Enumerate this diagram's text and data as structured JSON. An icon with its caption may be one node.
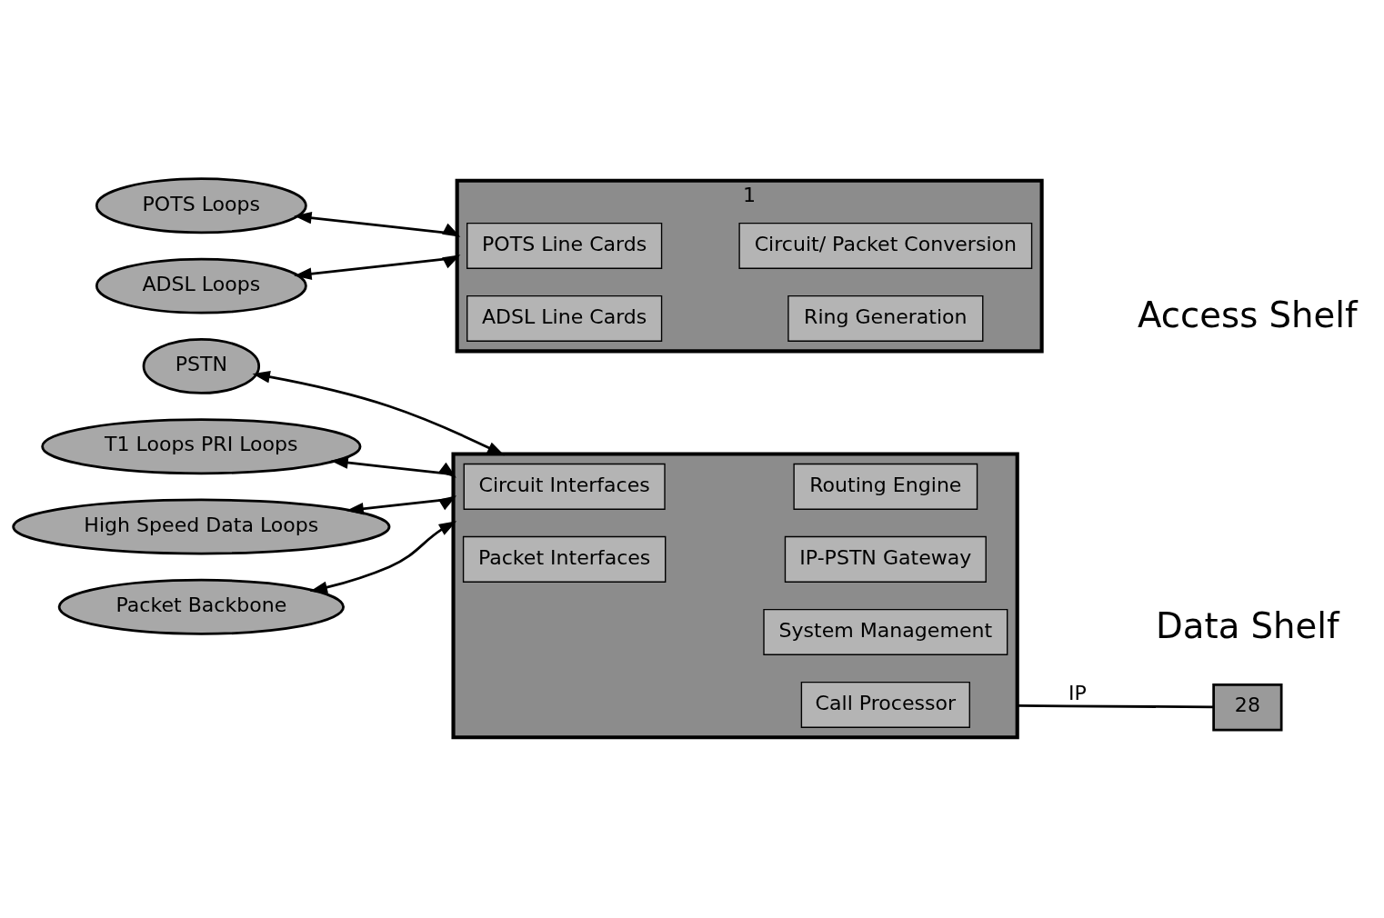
{
  "diagram": {
    "nodes": [
      {
        "text": [
          "PSTN"
        ]
      },
      {
        "text": [
          "T1 Loops PRI Loops"
        ]
      },
      {
        "text": [
          "High Speed Data Loops"
        ]
      },
      {
        "text": [
          "Packet Backbone"
        ]
      },
      {
        "text": [],
        "shape": "box"
      },
      {
        "text": [
          "Circuit Interfaces"
        ],
        "in": 4
      },
      {
        "text": [
          "Packet Interfaces"
        ],
        "in": 4
      },
      {
        "text": [
          "Routing Engine"
        ],
        "in": 4
      },
      {
        "text": [
          "IP-PSTN Gateway"
        ],
        "in": 4
      },
      {
        "text": [
          "System Management"
        ],
        "in": 4
      },
      {
        "text": [
          "Call Processor"
        ],
        "in": 4
      },
      {
        "text": [
          "28"
        ]
      },
      {
        "text": [
          "1"
        ]
      },
      {
        "text": [
          "POTS Line Cards"
        ],
        "in": 12
      },
      {
        "text": [
          "ADSL Line Cards"
        ],
        "in": 12
      },
      {
        "text": [
          "Circuit/ Packet Conversion"
        ],
        "in": 12
      },
      {
        "text": [
          "Ring Generation"
        ],
        "in": 12
      },
      {
        "text": [
          "POTS Loops"
        ]
      },
      {
        "text": [
          "ADSL Loops"
        ]
      }
    ],
    "edges": [
      {
        "from": 0,
        "to": 4,
        "arrow": "both"
      },
      {
        "from": 1,
        "to": 4,
        "arrow": "both"
      },
      {
        "from": 2,
        "to": 4,
        "arrow": "both"
      },
      {
        "from": 3,
        "to": 4,
        "arrow": "both"
      },
      {
        "from": 4,
        "to": 11,
        "arrow": "none",
        "label": "IP"
      },
      {
        "from": 17,
        "to": 12,
        "arrow": "both"
      },
      {
        "from": 18,
        "to": 12,
        "arrow": "both"
      }
    ],
    "labels": [
      "Data Shelf",
      "Access Shelf"
    ]
  }
}
